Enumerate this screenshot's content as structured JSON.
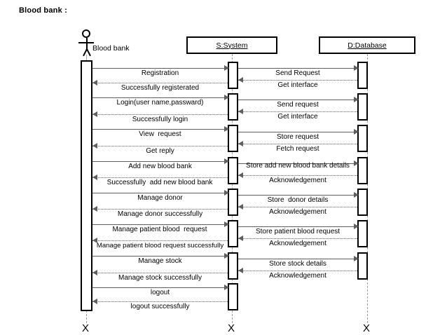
{
  "diagram": {
    "title": "Blood bank :",
    "type": "uml-sequence-diagram"
  },
  "actor": {
    "name": "Blood bank",
    "icon": "stick-figure-actor-icon",
    "terminator": "X"
  },
  "lifelines": [
    {
      "id": "actor",
      "label": "Blood bank",
      "terminator": "X"
    },
    {
      "id": "system",
      "label": "S:System",
      "terminator": "X"
    },
    {
      "id": "database",
      "label": "D:Database",
      "terminator": "X"
    }
  ],
  "messages": [
    {
      "index": 1,
      "from": "actor",
      "to": "system",
      "label": "Registration",
      "style": "solid"
    },
    {
      "index": 2,
      "from": "system",
      "to": "database",
      "label": "Send Request",
      "style": "solid"
    },
    {
      "index": 3,
      "from": "system",
      "to": "actor",
      "label": "Successfully registerated",
      "style": "dotted"
    },
    {
      "index": 4,
      "from": "database",
      "to": "system",
      "label": "Get interface",
      "style": "dotted"
    },
    {
      "index": 5,
      "from": "actor",
      "to": "system",
      "label": "Login(user name,passward)",
      "style": "solid"
    },
    {
      "index": 6,
      "from": "system",
      "to": "database",
      "label": "Send request",
      "style": "solid"
    },
    {
      "index": 7,
      "from": "system",
      "to": "actor",
      "label": "Successfully login",
      "style": "dotted"
    },
    {
      "index": 8,
      "from": "database",
      "to": "system",
      "label": "Get interface",
      "style": "dotted"
    },
    {
      "index": 9,
      "from": "actor",
      "to": "system",
      "label": "View  request",
      "style": "solid"
    },
    {
      "index": 10,
      "from": "system",
      "to": "database",
      "label": "Store request",
      "style": "solid"
    },
    {
      "index": 11,
      "from": "system",
      "to": "actor",
      "label": "Get reply",
      "style": "dotted"
    },
    {
      "index": 12,
      "from": "database",
      "to": "system",
      "label": "Fetch request",
      "style": "dotted"
    },
    {
      "index": 13,
      "from": "actor",
      "to": "system",
      "label": "Add new blood bank",
      "style": "solid"
    },
    {
      "index": 14,
      "from": "system",
      "to": "database",
      "label": "Store add new blood bank details",
      "style": "solid"
    },
    {
      "index": 15,
      "from": "system",
      "to": "actor",
      "label": "Successfully  add new blood bank",
      "style": "dotted"
    },
    {
      "index": 16,
      "from": "database",
      "to": "system",
      "label": "Acknowledgement",
      "style": "dotted"
    },
    {
      "index": 17,
      "from": "actor",
      "to": "system",
      "label": "Manage donor",
      "style": "solid"
    },
    {
      "index": 18,
      "from": "system",
      "to": "database",
      "label": "Store  donor details",
      "style": "solid"
    },
    {
      "index": 19,
      "from": "system",
      "to": "actor",
      "label": "Manage donor successfully",
      "style": "dotted"
    },
    {
      "index": 20,
      "from": "database",
      "to": "system",
      "label": "Acknowledgement",
      "style": "dotted"
    },
    {
      "index": 21,
      "from": "actor",
      "to": "system",
      "label": "Manage patient blood  request",
      "style": "solid"
    },
    {
      "index": 22,
      "from": "system",
      "to": "database",
      "label": "Store patient blood request",
      "style": "solid"
    },
    {
      "index": 23,
      "from": "system",
      "to": "actor",
      "label": "Manage patient blood request successfully",
      "style": "dotted"
    },
    {
      "index": 24,
      "from": "database",
      "to": "system",
      "label": "Acknowledgement",
      "style": "dotted"
    },
    {
      "index": 25,
      "from": "actor",
      "to": "system",
      "label": "Manage stock",
      "style": "solid"
    },
    {
      "index": 26,
      "from": "system",
      "to": "database",
      "label": "Store stock details",
      "style": "solid"
    },
    {
      "index": 27,
      "from": "system",
      "to": "actor",
      "label": "Manage stock successfully",
      "style": "dotted"
    },
    {
      "index": 28,
      "from": "database",
      "to": "system",
      "label": "Acknowledgement",
      "style": "dotted"
    },
    {
      "index": 29,
      "from": "actor",
      "to": "system",
      "label": "logout",
      "style": "solid"
    },
    {
      "index": 30,
      "from": "system",
      "to": "actor",
      "label": "logout successfully",
      "style": "dotted"
    }
  ],
  "colors": {
    "stroke": "#000000",
    "message_line": "#5f5f5f",
    "lifeline_dash": "#9a9a9a",
    "background": "#ffffff"
  }
}
